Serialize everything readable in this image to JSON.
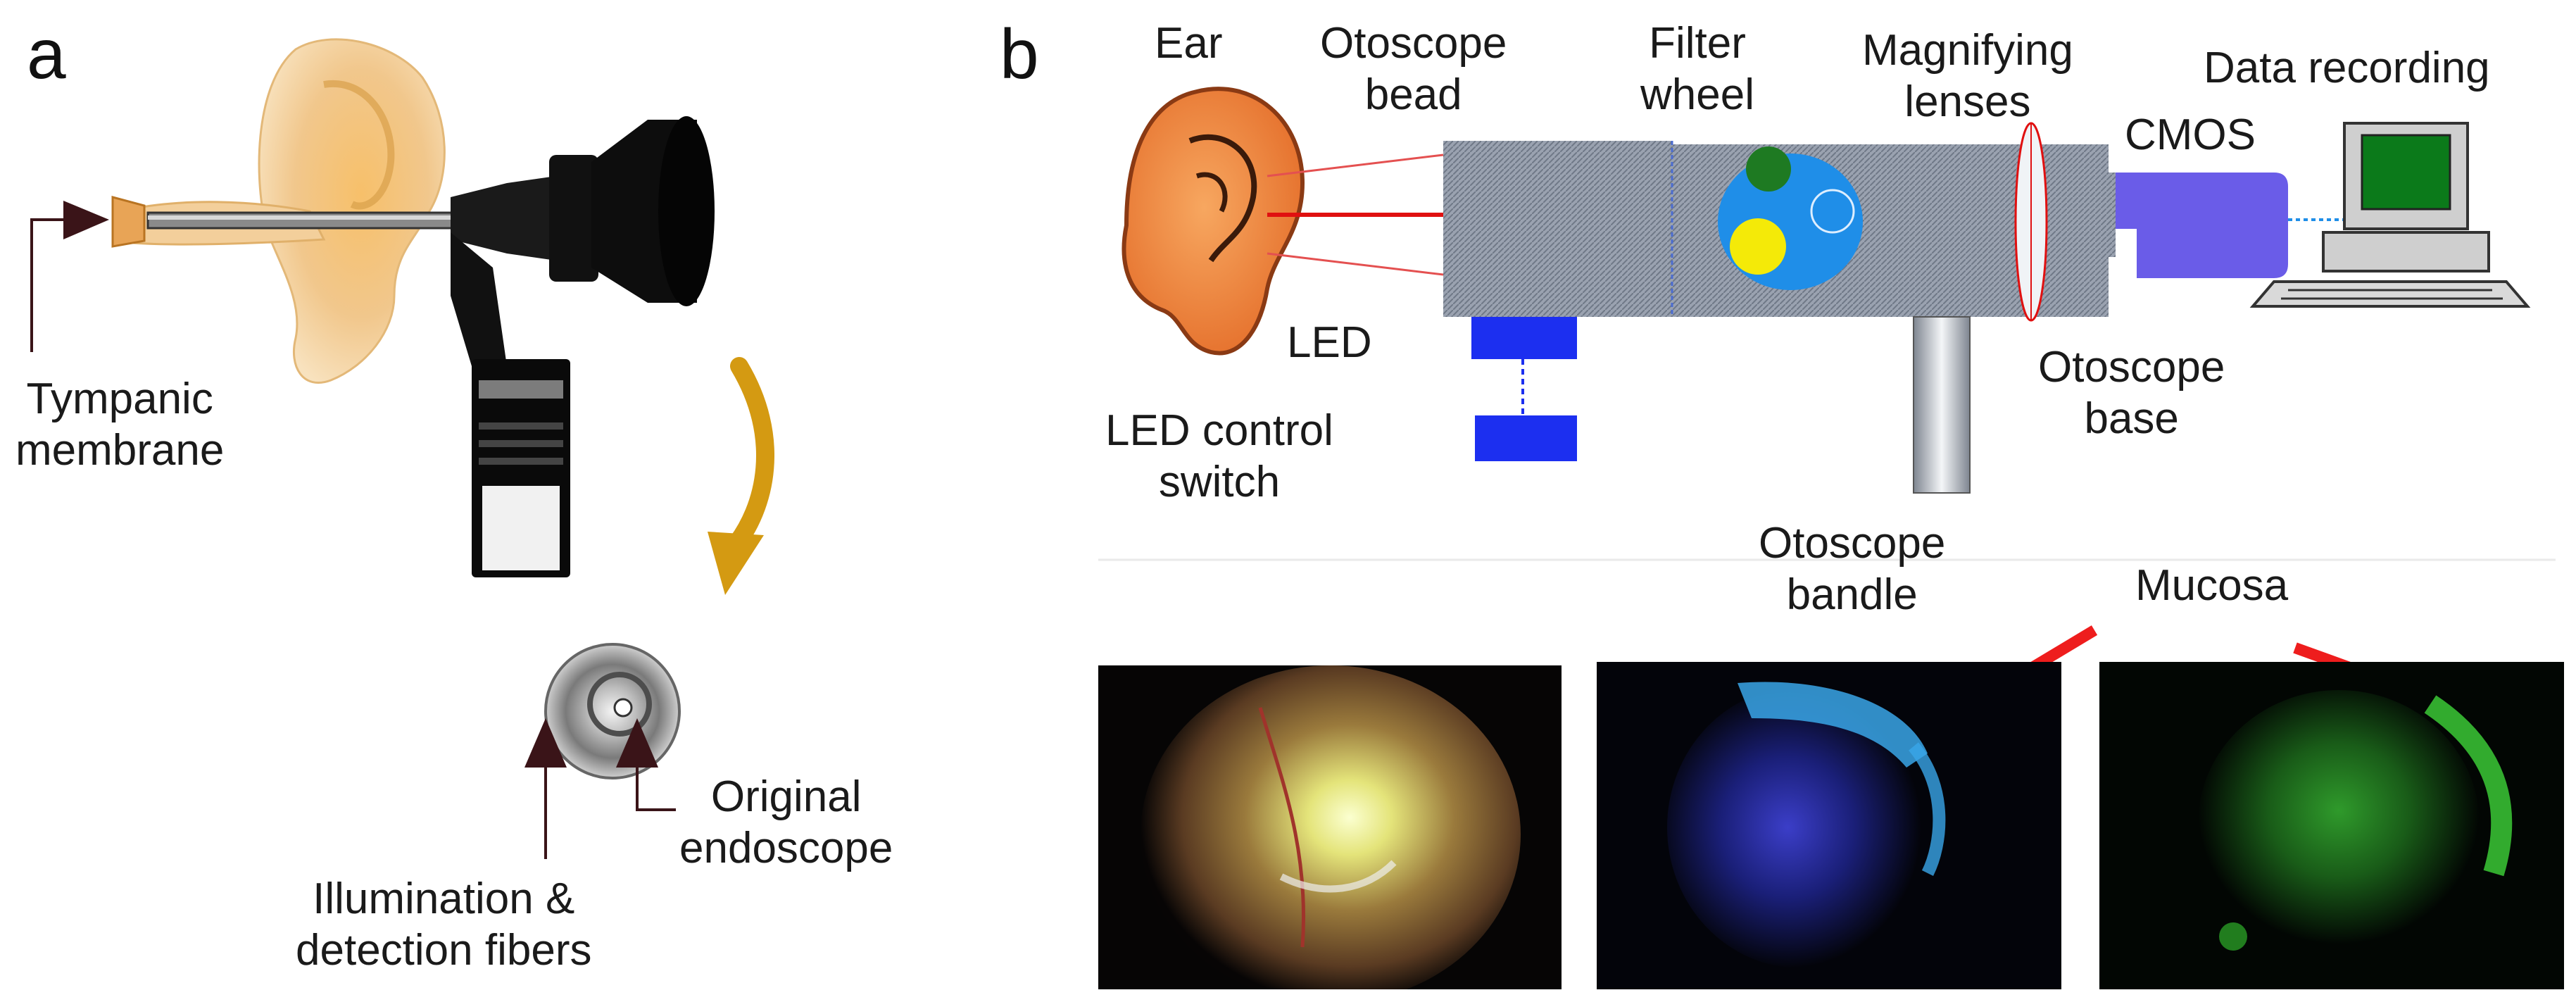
{
  "panel_a": {
    "letter": "a",
    "labels": {
      "tympanic": "Tympanic\nmembrane",
      "illumination": "Illumination &\ndetection fibers",
      "original": "Original\nendoscope"
    }
  },
  "panel_b": {
    "letter": "b",
    "labels": {
      "ear": "Ear",
      "otoscope_bead": "Otoscope\nbead",
      "filter_wheel": "Filter\nwheel",
      "magnifying": "Magnifying\nlenses",
      "data_recording": "Data recording",
      "cmos": "CMOS",
      "led": "LED",
      "led_control": "LED control\nswitch",
      "otoscope_base": "Otoscope\nbase",
      "otoscope_bandle": "Otoscope\nbandle",
      "mucosa": "Mucosa"
    }
  },
  "colors": {
    "beam": "#e01010",
    "filter_green": "#1e7a22",
    "filter_yellow": "#f4ea08",
    "filter_disc": "#1f8ee8",
    "led": "#1c2ff0",
    "cmos": "#6a5ce8",
    "arrow_gold": "#d49a12",
    "mucosa_arrow": "#ee1d1d"
  }
}
